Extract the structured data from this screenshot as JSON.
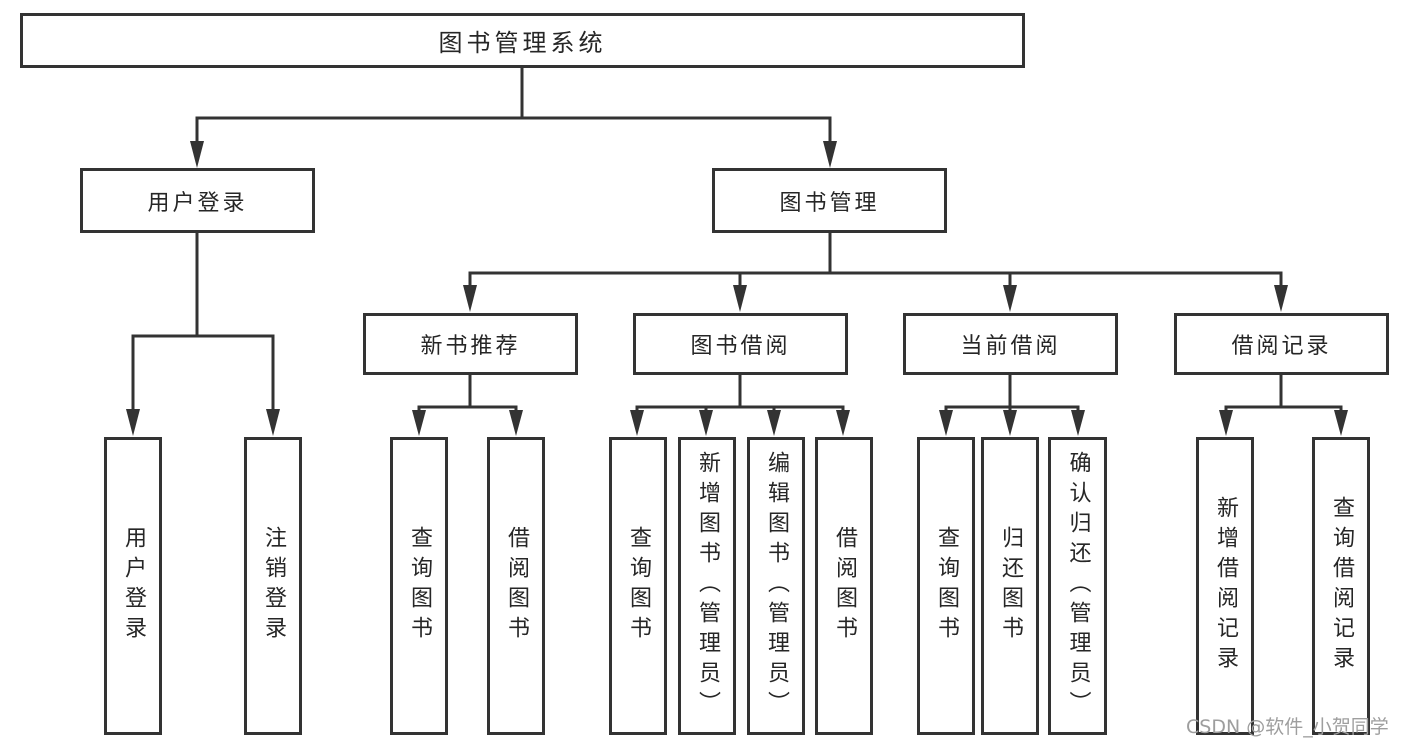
{
  "diagram": {
    "root": "图书管理系统",
    "level2": {
      "user_login": "用户登录",
      "book_management": "图书管理"
    },
    "level3": {
      "new_book_recommend": "新书推荐",
      "book_borrowing": "图书借阅",
      "current_borrowing": "当前借阅",
      "borrowing_records": "借阅记录"
    },
    "leaves": {
      "user_login": "用户登录",
      "logout": "注销登录",
      "recommend_query_books": "查询图书",
      "recommend_borrow_books": "借阅图书",
      "borrowing_query_books": "查询图书",
      "borrowing_add_books": "新增图书（管理员）",
      "borrowing_edit_books": "编辑图书（管理员）",
      "borrowing_borrow_books": "借阅图书",
      "current_query_books": "查询图书",
      "current_return_books": "归还图书",
      "current_confirm_return": "确认归还（管理员）",
      "records_add_record": "新增借阅记录",
      "records_query_record": "查询借阅记录"
    }
  },
  "watermark": "CSDN @软件_小贺同学",
  "colors": {
    "line": "#333333",
    "text": "#262626",
    "watermark": "#9e9e9e",
    "background": "#ffffff"
  }
}
